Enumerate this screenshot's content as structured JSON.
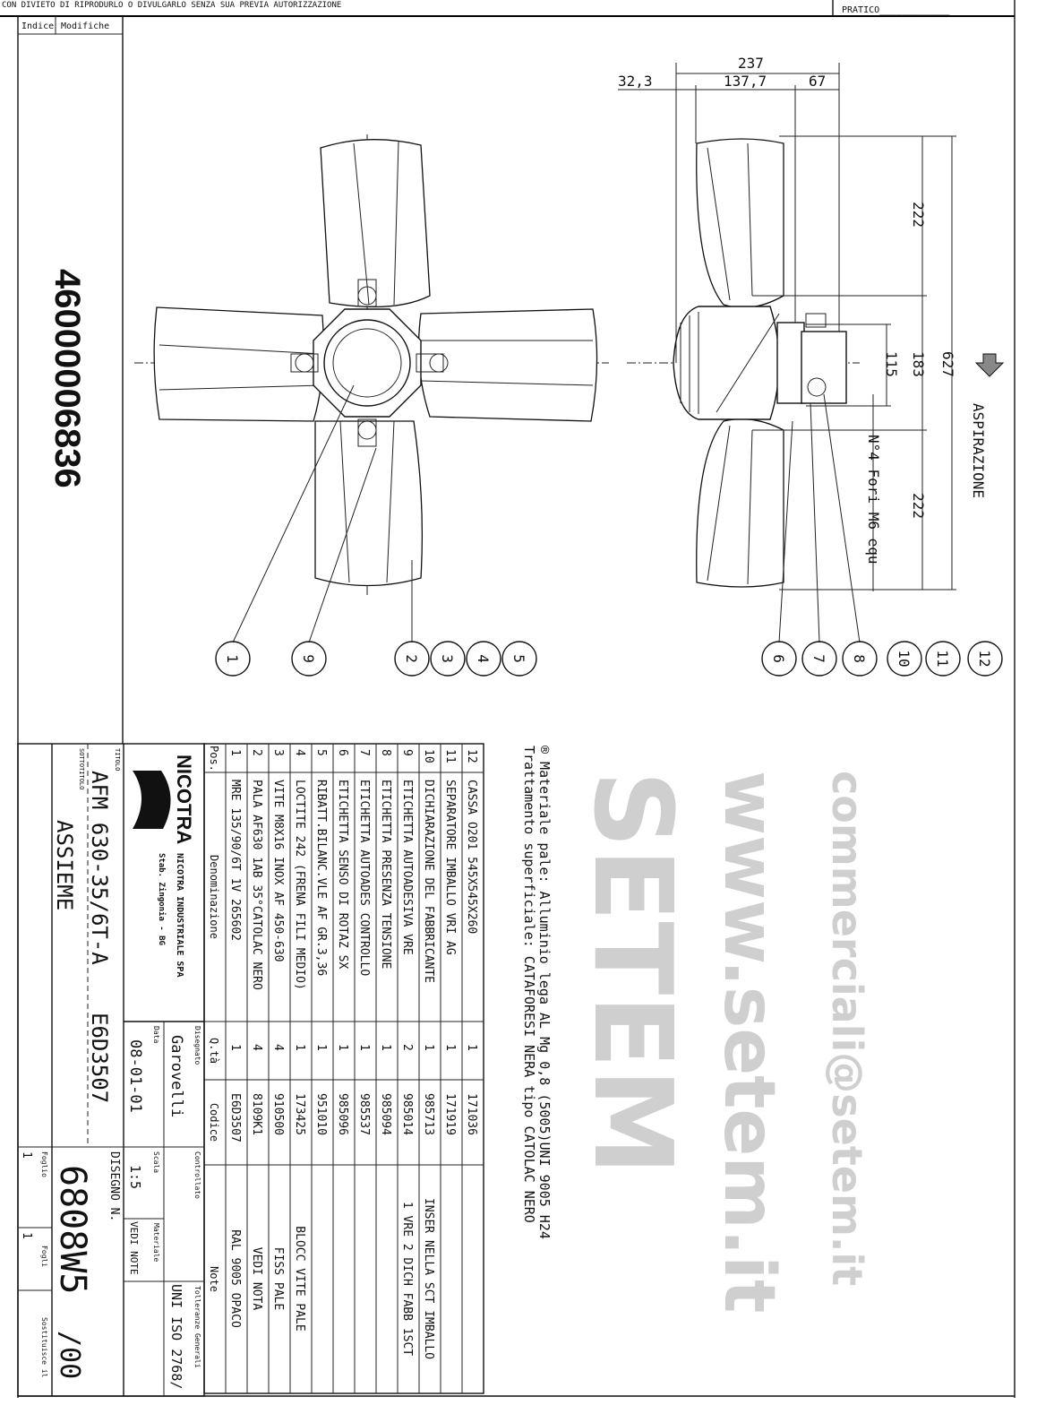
{
  "header": {
    "notice": "CON DIVIETO DI RIPRODURLO O DIVULGARLO SENZA SUA PREVIA AUTORIZZAZIONE",
    "pratico": "PRATICO_____________"
  },
  "revisions": {
    "index_label": "Indice",
    "changes_label": "Modifiche"
  },
  "part_number": "46000006836",
  "dimensions": {
    "overall_depth": "237",
    "hub_offset": "32,3",
    "middle": "137,7",
    "motor": "67",
    "blade_upper": "222",
    "blade_lower": "222",
    "mount": "115",
    "hub": "183",
    "diameter": "627",
    "holes": "N°4 Fori M6 equ",
    "airflow": "ASPIRAZIONE"
  },
  "balloons": [
    "1",
    "9",
    "2",
    "3",
    "4",
    "5",
    "6",
    "7",
    "8",
    "10",
    "11",
    "12"
  ],
  "notes": {
    "line1": "® Materiale pale: Alluminio lega AL Mg 0,8 (5005)UNI 9005 H24",
    "line2": "Trattamento superficiale: CATAFORESI NERA tipo CATOLAC NERO"
  },
  "bom": {
    "headers": {
      "pos": "Pos.",
      "name": "Denominazione",
      "qty": "Q.tà",
      "code": "Codice",
      "note": "Note"
    },
    "rows": [
      {
        "pos": "12",
        "name": "CASSA O201 545X545X260",
        "qty": "1",
        "code": "171036",
        "note": ""
      },
      {
        "pos": "11",
        "name": "SEPARATORE IMBALLO VRI AG",
        "qty": "1",
        "code": "171919",
        "note": ""
      },
      {
        "pos": "10",
        "name": "DICHIARAZIONE DEL FABBRICANTE",
        "qty": "1",
        "code": "985713",
        "note": "INSER NELLA SCT IMBALLO"
      },
      {
        "pos": "9",
        "name": "ETICHETTA AUTOADESIVA VRE",
        "qty": "2",
        "code": "985014",
        "note": "1 VRE 2 DICH FABB 1SCT"
      },
      {
        "pos": "8",
        "name": "ETICHETTA PRESENZA TENSIONE",
        "qty": "1",
        "code": "985094",
        "note": ""
      },
      {
        "pos": "7",
        "name": "ETICHETTA AUTOADES CONTROLLO",
        "qty": "1",
        "code": "985537",
        "note": ""
      },
      {
        "pos": "6",
        "name": "ETICHETTA SENSO DI ROTAZ SX",
        "qty": "1",
        "code": "985096",
        "note": ""
      },
      {
        "pos": "5",
        "name": "RIBATT.BILANC.VLE AF GR.3,36",
        "qty": "1",
        "code": "951010",
        "note": ""
      },
      {
        "pos": "4",
        "name": "LOCTITE 242 (FRENA FILI MEDIO)",
        "qty": "1",
        "code": "173425",
        "note": "BLOCC VITE PALE"
      },
      {
        "pos": "3",
        "name": "VITE M8X16 INOX AF 450-630",
        "qty": "4",
        "code": "910500",
        "note": "FISS PALE"
      },
      {
        "pos": "2",
        "name": "PALA AF630 1AB 35°CATOLAC NERO",
        "qty": "4",
        "code": "8109K1",
        "note": "VEDI NOTA"
      },
      {
        "pos": "1",
        "name": "MRE 135/90/6T 1V 265602",
        "qty": "1",
        "code": "E6D3507",
        "note": "RAL 9005 OPACO"
      }
    ]
  },
  "title_block": {
    "company": "NICOTRA",
    "company_full": "NICOTRA INDUSTRIALE SPA",
    "plant": "Stab. Zingonia - BG",
    "drawn_label": "Disegnato",
    "drawn_by": "Garovelli",
    "checked_label": "Controllato",
    "tolerance_label": "Tolleranze Generali",
    "tolerance": "UNI ISO 2768/",
    "date_label": "Data",
    "date": "08-01-01",
    "scale_label": "Scala",
    "scale": "1:5",
    "material_label": "Materiale",
    "material": "VEDI NOTE",
    "title_label": "TITOLO",
    "title": "AFM 630-35/6T-A",
    "title_code": "E6D3507",
    "subtitle_label": "SOTTOTITOLO",
    "subtitle": "ASSIEME",
    "drawing_label": "DISEGNO N.",
    "drawing_no": "6808W5",
    "drawing_rev": "/00",
    "sheet_label": "Foglio",
    "sheet": "1",
    "sheets_label": "Fogli",
    "sheets": "1",
    "replaces_label": "Sostituisce il"
  },
  "watermark": {
    "brand": "SETEM",
    "url": "www.setem.it",
    "email": "commerciali@setem.it"
  }
}
